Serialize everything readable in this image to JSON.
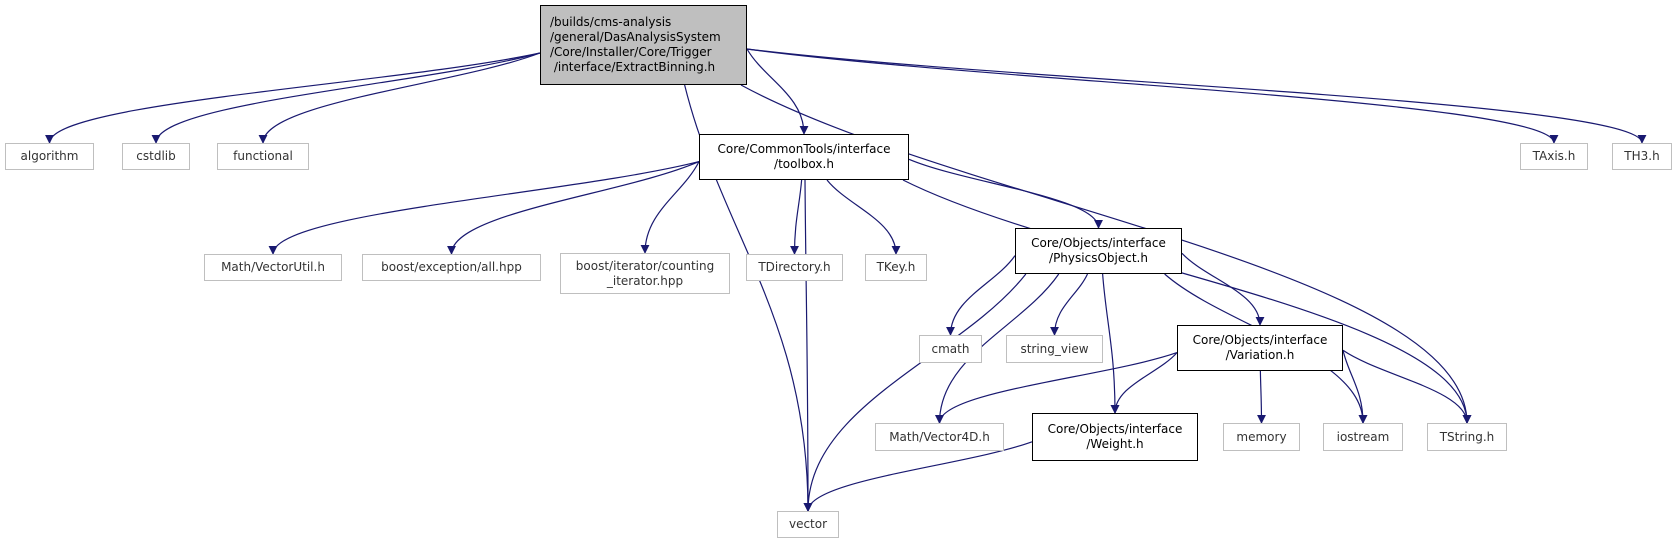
{
  "colors": {
    "edge": "#191970",
    "root_fill": "#bfbfbf",
    "external_border": "#bfbfbf",
    "internal_border": "#000000"
  },
  "nodes": {
    "root": {
      "label": "/builds/cms-analysis\n/general/DasAnalysisSystem\n/Core/Installer/Core/Trigger\n /interface/ExtractBinning.h",
      "kind": "root"
    },
    "algorithm": {
      "label": "algorithm",
      "kind": "external"
    },
    "cstdlib": {
      "label": "cstdlib",
      "kind": "external"
    },
    "functional": {
      "label": "functional",
      "kind": "external"
    },
    "toolbox": {
      "label": "Core/CommonTools/interface\n/toolbox.h",
      "kind": "internal"
    },
    "taxis": {
      "label": "TAxis.h",
      "kind": "external"
    },
    "th3": {
      "label": "TH3.h",
      "kind": "external"
    },
    "vectorutil": {
      "label": "Math/VectorUtil.h",
      "kind": "external"
    },
    "exception": {
      "label": "boost/exception/all.hpp",
      "kind": "external"
    },
    "counting": {
      "label": "boost/iterator/counting\n_iterator.hpp",
      "kind": "external"
    },
    "tdirectory": {
      "label": "TDirectory.h",
      "kind": "external"
    },
    "tkey": {
      "label": "TKey.h",
      "kind": "external"
    },
    "physics": {
      "label": "Core/Objects/interface\n/PhysicsObject.h",
      "kind": "internal"
    },
    "cmath": {
      "label": "cmath",
      "kind": "external"
    },
    "string_view": {
      "label": "string_view",
      "kind": "external"
    },
    "variation": {
      "label": "Core/Objects/interface\n/Variation.h",
      "kind": "internal"
    },
    "vector4d": {
      "label": "Math/Vector4D.h",
      "kind": "external"
    },
    "weight": {
      "label": "Core/Objects/interface\n/Weight.h",
      "kind": "internal"
    },
    "memory": {
      "label": "memory",
      "kind": "external"
    },
    "iostream": {
      "label": "iostream",
      "kind": "external"
    },
    "tstring": {
      "label": "TString.h",
      "kind": "external"
    },
    "vector": {
      "label": "vector",
      "kind": "external"
    }
  },
  "edges": [
    [
      "root",
      "algorithm"
    ],
    [
      "root",
      "cstdlib"
    ],
    [
      "root",
      "functional"
    ],
    [
      "root",
      "vector"
    ],
    [
      "root",
      "toolbox"
    ],
    [
      "root",
      "tstring"
    ],
    [
      "root",
      "taxis"
    ],
    [
      "root",
      "th3"
    ],
    [
      "toolbox",
      "vectorutil"
    ],
    [
      "toolbox",
      "exception"
    ],
    [
      "toolbox",
      "counting"
    ],
    [
      "toolbox",
      "tdirectory"
    ],
    [
      "toolbox",
      "tkey"
    ],
    [
      "toolbox",
      "vector"
    ],
    [
      "toolbox",
      "physics"
    ],
    [
      "toolbox",
      "tstring"
    ],
    [
      "physics",
      "vector"
    ],
    [
      "physics",
      "vector4d"
    ],
    [
      "physics",
      "cmath"
    ],
    [
      "physics",
      "string_view"
    ],
    [
      "physics",
      "weight"
    ],
    [
      "physics",
      "variation"
    ],
    [
      "physics",
      "iostream"
    ],
    [
      "variation",
      "vector4d"
    ],
    [
      "variation",
      "weight"
    ],
    [
      "variation",
      "memory"
    ],
    [
      "variation",
      "iostream"
    ],
    [
      "variation",
      "tstring"
    ],
    [
      "weight",
      "vector"
    ]
  ]
}
